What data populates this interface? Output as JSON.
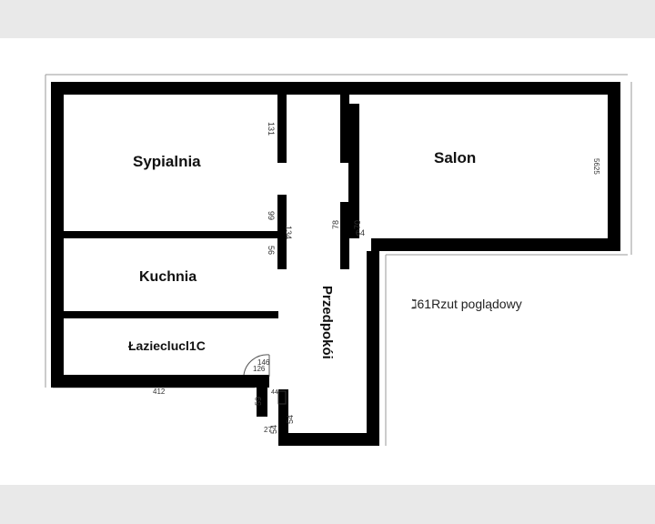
{
  "rooms": {
    "sypialnia": "Sypialnia",
    "salon": "Salon",
    "kuchnia": "Kuchnia",
    "lazienka": "Łazieclucl1C",
    "przedpokoj": "Przedpokói"
  },
  "title": "Rzut poglądowy",
  "title_prefix": "ℷ61",
  "dimensions": {
    "d131": "131",
    "d99": "99",
    "d56": "56",
    "d134": "134",
    "d78": "78",
    "d70": "70",
    "d64": "64",
    "d5625": "5625",
    "d412": "412",
    "d59": "59",
    "d54a": "54",
    "d54b": "54",
    "d27": "27",
    "d44": "44",
    "d146": "146",
    "d126": "126"
  },
  "colors": {
    "wall": "#000000",
    "background": "#ffffff",
    "frame": "#e9e9e9"
  }
}
